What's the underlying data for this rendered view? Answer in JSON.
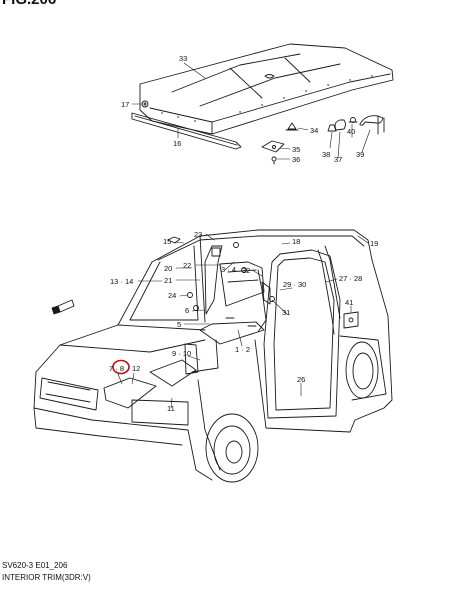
{
  "figure_title": "FIG.206",
  "caption": {
    "code": "SV620-3 E01_206",
    "title": "INTERIOR TRIM(3DR:V)"
  },
  "part_labels": {
    "p33": "33",
    "p17": "17",
    "p16": "16",
    "p34": "34",
    "p35": "35",
    "p36": "36",
    "p38": "38",
    "p37": "37",
    "p40": "40",
    "p39": "39",
    "p23": "23",
    "p15": "15",
    "p18": "18",
    "p19": "19",
    "p22": "22",
    "p34_4": "3 · 4",
    "p32": "32",
    "p20": "20",
    "p21": "21",
    "p13_14": "13 · 14",
    "p27_28": "27 · 28",
    "p29_30": "29 · 30",
    "p24": "24",
    "p6": "6",
    "p31": "31",
    "p41": "41",
    "p5": "5",
    "p1_2": "1 · 2",
    "p9_10": "9 · 10",
    "p7_8": "7 · 8",
    "p12": "12",
    "p26": "26",
    "p11": "11"
  },
  "colors": {
    "line": "#1a1a1a",
    "highlight_circle": "#b01515"
  }
}
